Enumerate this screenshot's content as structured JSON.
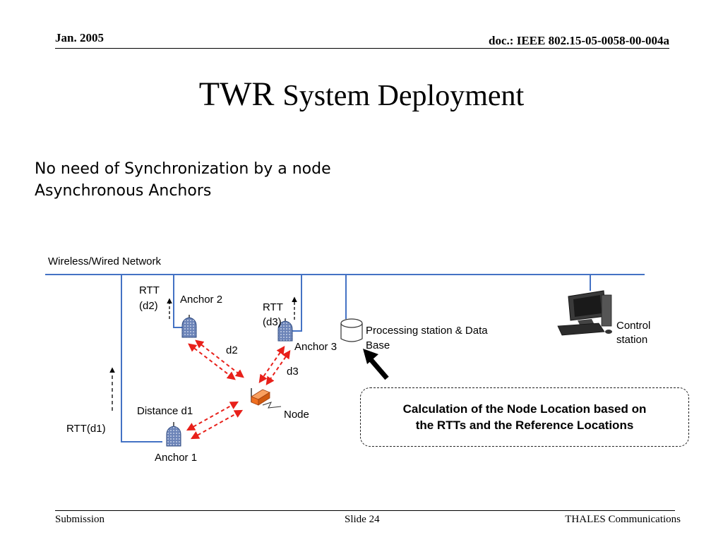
{
  "header": {
    "date": "Jan. 2005",
    "doc_id": "doc.: IEEE 802.15-05-0058-00-004a"
  },
  "slide": {
    "title_prefix": "TWR",
    "title_rest": "System Deployment",
    "bullets": [
      "No need of Synchronization by a node",
      "Asynchronous Anchors"
    ]
  },
  "diagram": {
    "network_label": "Wireless/Wired Network",
    "anchor1": "Anchor 1",
    "anchor2": "Anchor 2",
    "anchor3": "Anchor 3",
    "rtt1": "RTT(d1)",
    "rtt2_line1": "RTT",
    "rtt2_line2": "(d2)",
    "rtt3_line1": "RTT",
    "rtt3_line2": "(d3)",
    "distance_d1": "Distance d1",
    "d2": "d2",
    "d3": "d3",
    "node": "Node",
    "processing_line1": "Processing station & Data",
    "processing_line2": "Base",
    "control_line1": "Control",
    "control_line2": "station",
    "callout_line1": "Calculation of the Node Location based on",
    "callout_line2": "the RTTs and the Reference Locations"
  },
  "footer": {
    "left": "Submission",
    "center": "Slide 24",
    "right": "THALES Communications"
  },
  "colors": {
    "network_line": "#4472c4",
    "dashed_arrows": "#e8201a",
    "node_box": "#f07020",
    "anchor_fill": "#6c84b8"
  }
}
